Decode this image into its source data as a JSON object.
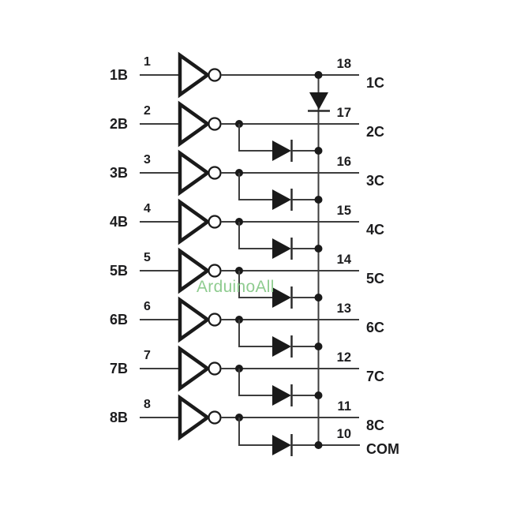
{
  "diagram_type": "darlington-array-schematic",
  "channels": [
    {
      "input_label": "1B",
      "input_pin": "1",
      "output_pin": "18",
      "output_label": "1C"
    },
    {
      "input_label": "2B",
      "input_pin": "2",
      "output_pin": "17",
      "output_label": "2C"
    },
    {
      "input_label": "3B",
      "input_pin": "3",
      "output_pin": "16",
      "output_label": "3C"
    },
    {
      "input_label": "4B",
      "input_pin": "4",
      "output_pin": "15",
      "output_label": "4C"
    },
    {
      "input_label": "5B",
      "input_pin": "5",
      "output_pin": "14",
      "output_label": "5C"
    },
    {
      "input_label": "6B",
      "input_pin": "6",
      "output_pin": "13",
      "output_label": "6C"
    },
    {
      "input_label": "7B",
      "input_pin": "7",
      "output_pin": "12",
      "output_label": "7C"
    },
    {
      "input_label": "8B",
      "input_pin": "8",
      "output_pin": "11",
      "output_label": "8C"
    }
  ],
  "common": {
    "pin": "10",
    "label": "COM"
  },
  "watermark": {
    "text": "ArduinoAll",
    "color": "#8fcc90"
  },
  "colors": {
    "background": "#ffffff",
    "wire": "#3d3d3d",
    "symbol": "#1a1a1a",
    "label": "#1c1c1e"
  }
}
